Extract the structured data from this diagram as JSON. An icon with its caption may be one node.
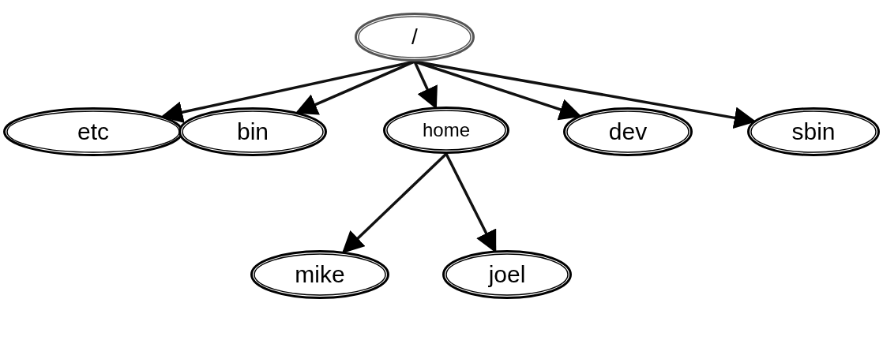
{
  "diagram": {
    "nodes": [
      {
        "text": [
          "/"
        ]
      },
      {
        "text": [
          "etc"
        ]
      },
      {
        "text": [
          "bin"
        ]
      },
      {
        "text": [
          "home"
        ]
      },
      {
        "text": [
          "dev"
        ]
      },
      {
        "text": [
          "sbin"
        ]
      },
      {
        "text": [
          "mike"
        ]
      },
      {
        "text": [
          "joel"
        ]
      }
    ],
    "edges": [
      {
        "from": 0,
        "to": 1,
        "arrow": "to"
      },
      {
        "from": 0,
        "to": 2,
        "arrow": "to"
      },
      {
        "from": 0,
        "to": 3,
        "arrow": "to"
      },
      {
        "from": 0,
        "to": 4,
        "arrow": "to"
      },
      {
        "from": 0,
        "to": 5,
        "arrow": "to"
      },
      {
        "from": 3,
        "to": 6,
        "arrow": "to"
      },
      {
        "from": 3,
        "to": 7,
        "arrow": "to"
      }
    ]
  }
}
